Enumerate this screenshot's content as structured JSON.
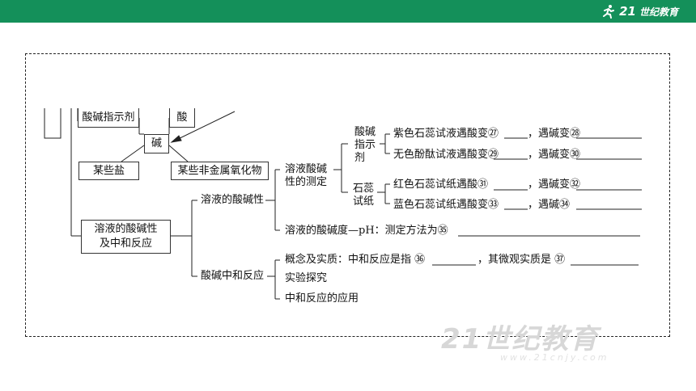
{
  "brand": {
    "logo_number": "21",
    "logo_text": "世纪教育"
  },
  "watermark": {
    "main": "21世纪教育",
    "url": "www.21cnjy.com"
  },
  "diagram": {
    "indicator_box": "酸碱指示剂",
    "acid_box": "酸",
    "base_box": "碱",
    "salt_box": "某些盐",
    "oxide_box": "某些非金属氧化物",
    "main_box_line1": "溶液的酸碱性",
    "main_box_line2": "及中和反应",
    "acidity_node": "溶液的酸碱性",
    "measure_line1": "溶液酸碱",
    "measure_line2": "性的测定",
    "indicator_v1": "酸碱",
    "indicator_v2": "指示",
    "indicator_v3": "剂",
    "litmus_v1": "石蕊",
    "litmus_v2": "试纸",
    "row27": "紫色石蕊试液遇酸变㉗",
    "row27b": "，遇碱变㉘",
    "row29": "无色酚酞试液遇酸变㉙",
    "row29b": "，遇碱变㉚",
    "row31": "红色石蕊试纸遇酸㉛",
    "row31b": "，遇碱变㉜",
    "row33": "蓝色石蕊试纸遇酸变㉝",
    "row33b": "，遇碱㉞",
    "row35": "溶液的酸碱度—pH：测定方法为㉟",
    "neutral_node": "酸碱中和反应",
    "concept": "概念及实质：中和反应是指 ㊱",
    "concept_b": "，其微观实质是 ㊲",
    "experiment": "实验探究",
    "application": "中和反应的应用"
  }
}
